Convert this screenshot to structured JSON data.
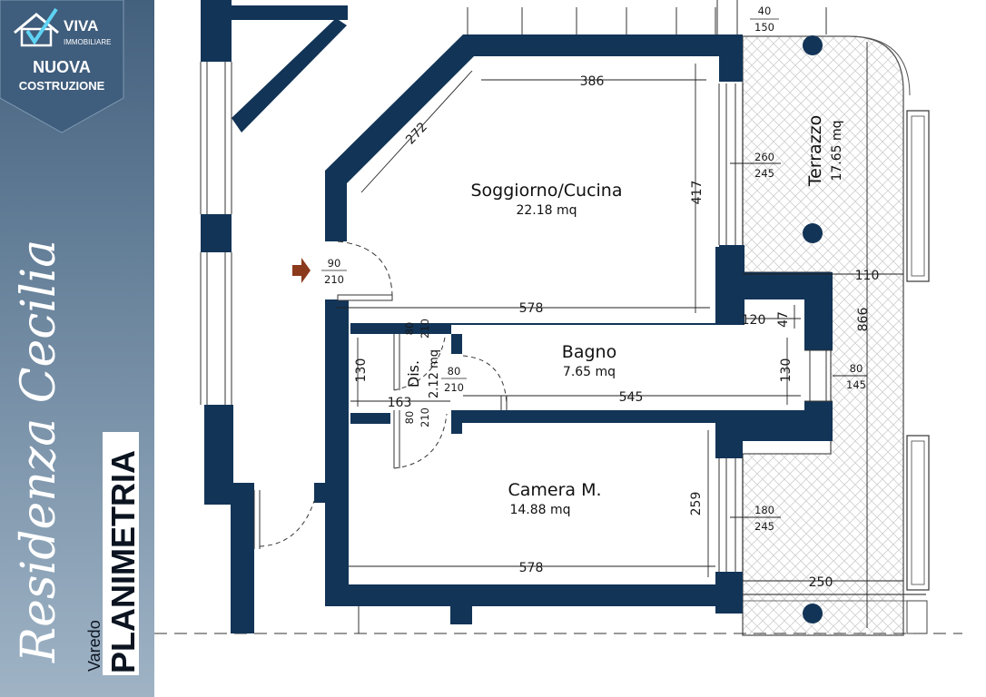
{
  "brand": {
    "name": "VIVA",
    "tagline": "IMMOBILIARE",
    "badge_line1": "NUOVA",
    "badge_line2": "COSTRUZIONE"
  },
  "project": {
    "name": "Residenza Cecilia",
    "city": "Varedo",
    "section": "PLANIMETRIA"
  },
  "rooms": {
    "soggiorno": {
      "name": "Soggiorno/Cucina",
      "area": "22.18  mq"
    },
    "bagno": {
      "name": "Bagno",
      "area": "7.65  mq"
    },
    "camera": {
      "name": "Camera M.",
      "area": "14.88  mq"
    },
    "dis": {
      "name": "Dis.",
      "area": "2.12  mq"
    },
    "terrazzo": {
      "name": "Terrazzo",
      "area": "17.65  mq"
    }
  },
  "dimensions": {
    "soggiorno_width": "386",
    "soggiorno_diag": "272",
    "soggiorno_height": "417",
    "soggiorno_bottom": "578",
    "bagno_width": "545",
    "bagno_height_l": "130",
    "bagno_height_r": "130",
    "bagno_step_w": "120",
    "bagno_step_h": "47",
    "dis_width": "163",
    "camera_height": "259",
    "camera_width": "578",
    "terrazzo_height": "866",
    "terrazzo_width_top": "110",
    "terrazzo_width_bottom": "250"
  },
  "openings": {
    "top_right": {
      "w": "40",
      "h": "150"
    },
    "soggiorno_window": {
      "w": "260",
      "h": "245"
    },
    "entrance": {
      "w": "90",
      "h": "210"
    },
    "dis_door_top": {
      "w": "80",
      "h": "210"
    },
    "bagno_door": {
      "w": "80",
      "h": "210"
    },
    "dis_door_bottom": {
      "w": "80",
      "h": "210"
    },
    "bagno_window": {
      "w": "80",
      "h": "145"
    },
    "camera_window": {
      "w": "180",
      "h": "245"
    }
  },
  "colors": {
    "wall": "#123457",
    "badge": "#3f5d7c",
    "arrow": "#8b3a1c"
  }
}
